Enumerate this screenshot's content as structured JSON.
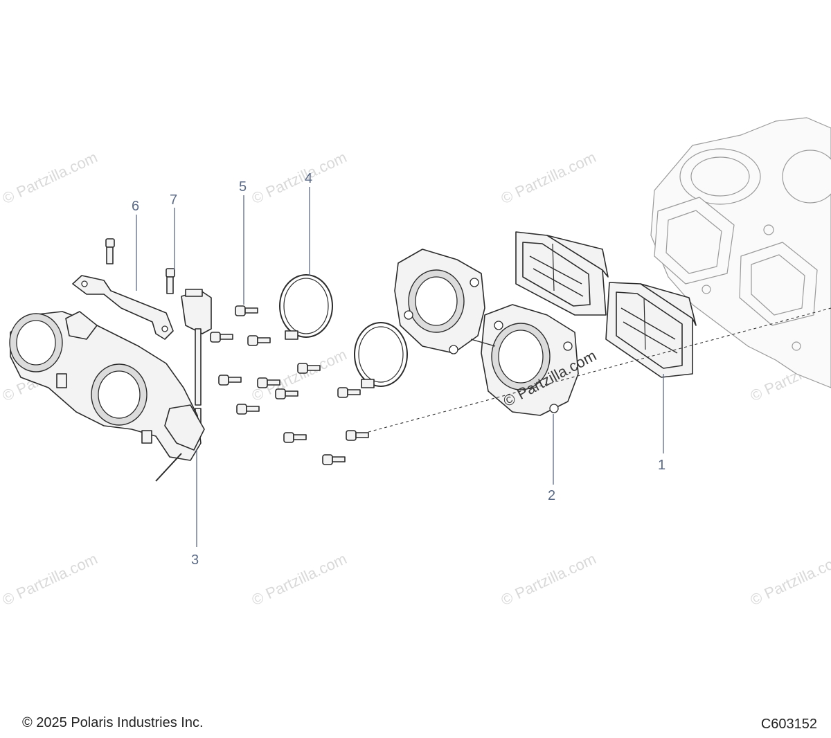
{
  "callouts": {
    "c1": "1",
    "c2": "2",
    "c3": "3",
    "c4": "4",
    "c5": "5",
    "c6": "6",
    "c7": "7"
  },
  "watermark": "© Partzilla.com",
  "footer": {
    "copyright": "© 2025 Polaris Industries Inc.",
    "figure_id": "C603152"
  },
  "colors": {
    "callout": "#5a6a86",
    "watermark": "#d9d9d9",
    "line": "#2b2b2b"
  }
}
